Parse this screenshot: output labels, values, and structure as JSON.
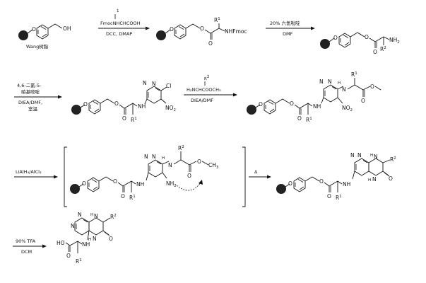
{
  "atoms": {
    "OH": "OH",
    "O": "O",
    "NH": "NH",
    "N": "N",
    "H": "H",
    "NH2": "NH",
    "sub2": "2",
    "Cl": "Cl",
    "NO2": "NO",
    "CH3": "CH",
    "sub3": "3",
    "HO": "HO",
    "R1": "R",
    "R2": "R",
    "sup1": "1",
    "sup2": "2",
    "Fmoc": "Fmoc"
  },
  "labels": {
    "resin": "Wang树脂",
    "delta": "Δ"
  },
  "steps": [
    {
      "line1": "FmocNHCHCOOH",
      "line2": "DCC, DMAP"
    },
    {
      "line1": "20% 六氢吡啶",
      "line2": "DMF"
    },
    {
      "line1": "4,6-二氯-5-",
      "line2": "硝基嘧啶",
      "line3": "DIEA/DMF,",
      "line4": "室温"
    },
    {
      "line1": "H₂NCHCOOCH₃",
      "line2": "DIEA/DMF"
    },
    {
      "line1": "LiAlH₄/AlCl₃"
    },
    {
      "line1": "90% TFA",
      "line2": "DCM"
    }
  ]
}
